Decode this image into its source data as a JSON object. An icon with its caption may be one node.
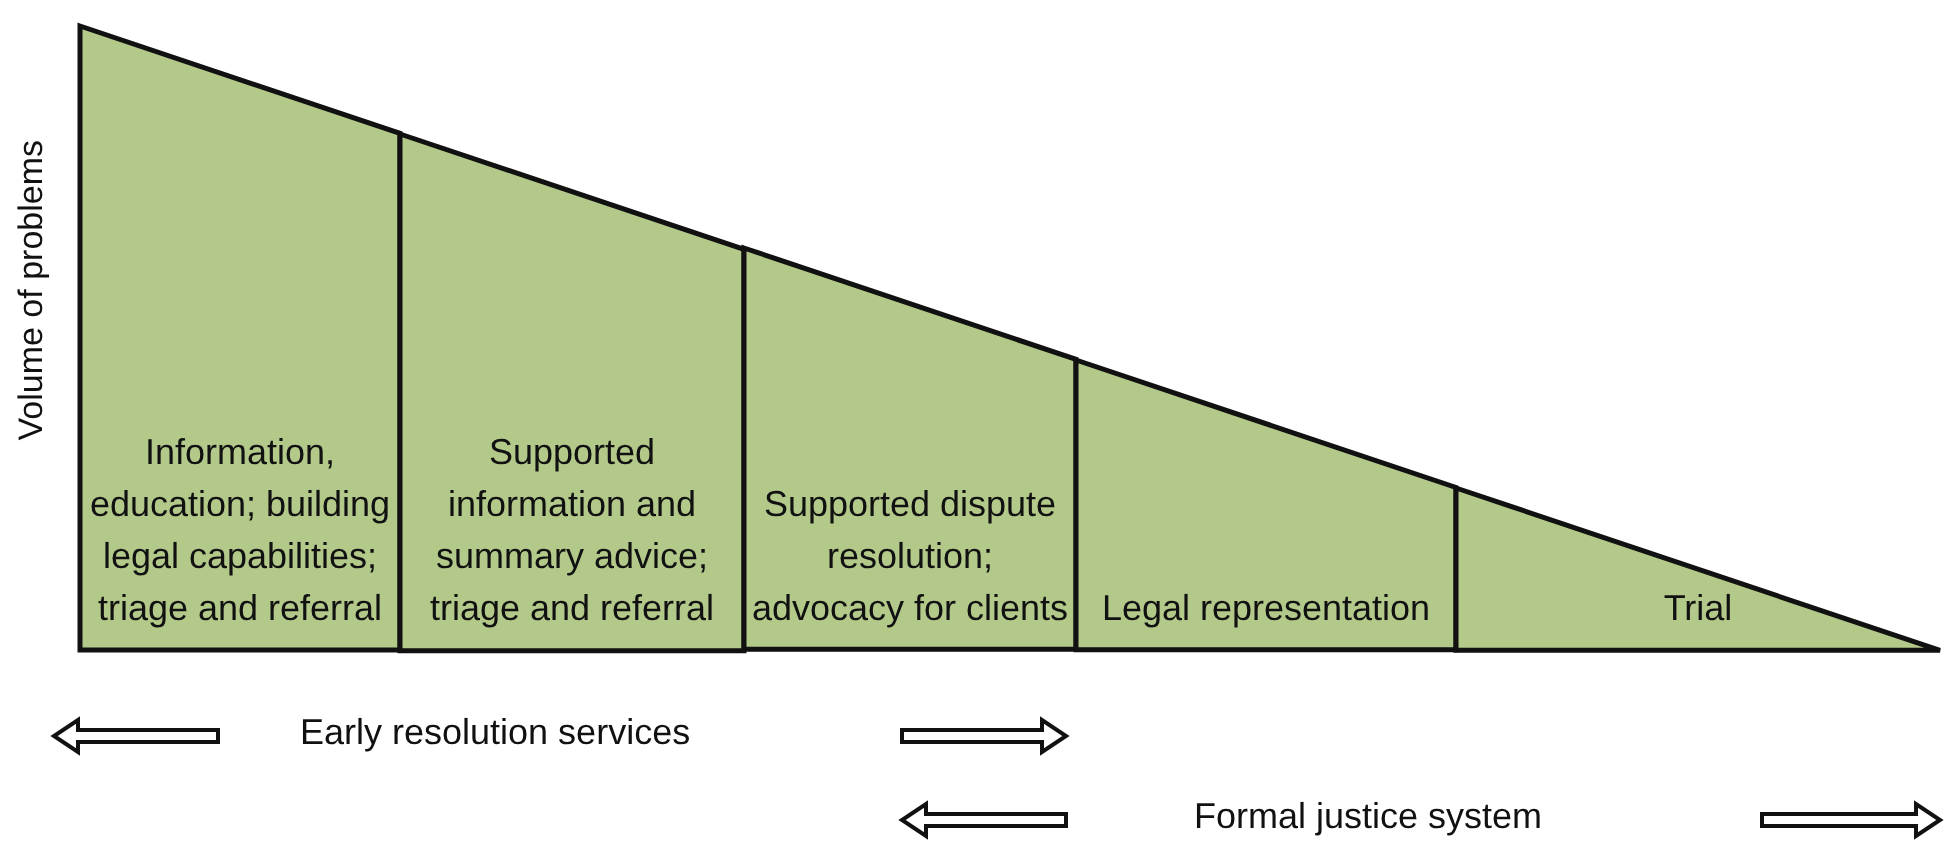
{
  "diagram": {
    "nodes": [
      {
        "text": [
          "Information, education; building legal capabilities; triage and referral"
        ]
      },
      {
        "text": [
          "Supported information and summary advice; triage and referral"
        ]
      },
      {
        "text": [
          "Supported dispute resolution; advocacy for clients"
        ]
      },
      {
        "text": [
          "Legal representation"
        ]
      },
      {
        "text": [
          "Trial"
        ]
      }
    ],
    "labels": [
      "Volume of problems",
      "Early resolution services",
      "Formal justice system"
    ]
  }
}
